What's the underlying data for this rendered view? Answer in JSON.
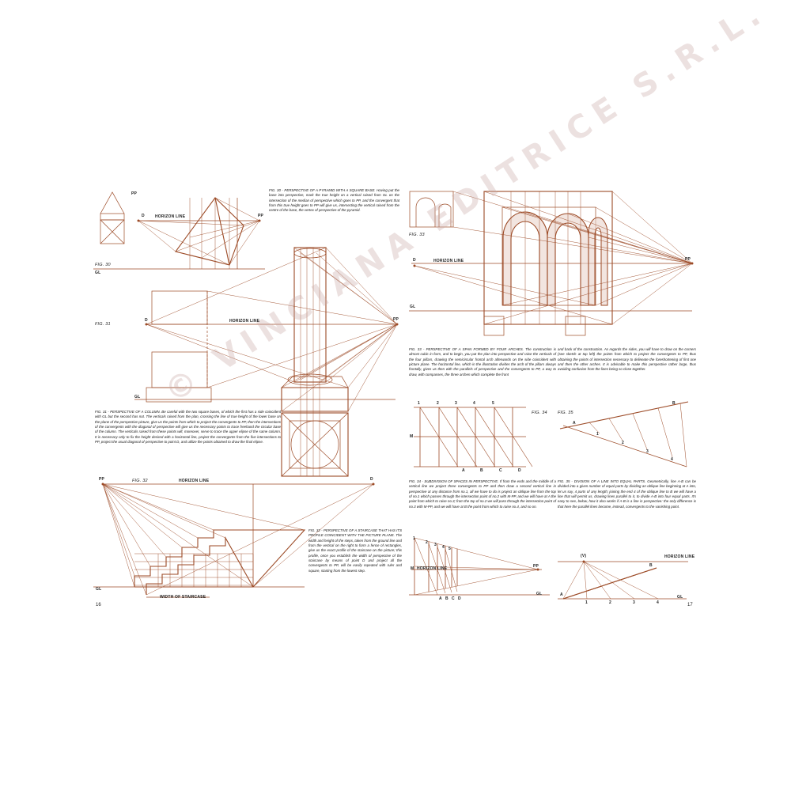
{
  "labels": {
    "horizon_line": "HORIZON LINE",
    "gl": "GL",
    "d": "D",
    "pp": "PP",
    "width_of_staircase": "WIDTH OF STAIRCASE",
    "vanishing_v": "(V)",
    "m": "M",
    "a": "A",
    "b": "B",
    "c": "C",
    "d_point": "D",
    "n1": "1",
    "n2": "2",
    "n3": "3",
    "n4": "4",
    "n5": "5"
  },
  "figures": {
    "fig30": "FIG. 30",
    "fig31": "FIG. 31",
    "fig32": "FIG. 32",
    "fig33": "FIG. 33",
    "fig34": "FIG. 34",
    "fig35": "FIG. 35"
  },
  "captions": {
    "fig30": "FIG. 30 - PERSPECTIVE OF A PYRAMID WITH A SQUARE BASE. Having put the base into perspective, mark the true height on a vertical raised from GL on the intersection of the median of perspective which goes to PP, and the convergent that from this true height goes to PP will give us, intersecting the vertical raised from the centre of the base, the vertex of perspective of the pyramid.",
    "fig31": "FIG. 31 - PERSPECTIVE OF A COLUMN. Be careful with the two square bases, of which the first has a side coincident with GL but the second has not. The verticals raised from the plan, crossing the line of true height of the lower base on the plane of the perspective picture, give us the points from which to project the convergents to PP, then the intersections of the convergents with the diagonal of perspective will give us the necessary points to trace freehand the circular base of the column. The verticals raised from these points will, moreover, serve to trace the upper elipse of the same column. It is necessary only to fix the height desired with a horizontal line, project the convergents from the five intersections to PP, project the usual diagonal of perspective to point D, and utilize the points obtained to draw the final elipse.",
    "fig32": "FIG. 32 - PERSPECTIVE OF A STAIRCASE THAT HAS ITS PROFILE COINCIDENT WITH THE PICTURE PLANE. The width and height of the steps, taken from the ground line and from the vertical on the right to form a fence of rectangles, give us the exact profile of the staircase on the picture; this profile, once you establish the width of perspective of the staircase by means of point D and project all the convergents to PP, will be easily repeated with ruler and square, starting from the lowest step.",
    "fig33a": "FIG. 33 - PERSPECTIVE OF A SPAN FORMED BY FOUR ARCHES. The construction is almost cubic in form, and to begin, you put the plan into perspective and raise the verticals of the four pillars, drawing the semicircular frontal arch afterwards on the side coincident with picture plane. The horizontal line, which in the illustration divides the arch of the pillars always frontally, gives us then with the parallels of perspective and the convergents to PP, a way to draw, with compasses, the three arches which complete the front",
    "fig33b": "and back of the construction. As regards the sides, you will have to draw on the corners (see sketch at top left) the points from which to project the convergents to PP, thus obtaining the points of intersection necessary to delineate the foreshortening of first one and then the other arches. It is advisable to make this perspective rather large, thus avoiding confusion from the lines being so close together.",
    "fig34": "FIG. 34 - SUBDIVISION OF SPACES IN PERSPECTIVE. If from the ends and the middle of a vertical line we project three convergents to PP and then draw a second vertical line in perspective at any distance from no.1, all we have to do is project an oblique line from the top of no.1 which passes through the intersection point of no.2 with M-PP, and we will have at A the point from which to raise no.3; from the top of no.2 we will pass through the intersection point of no.3 with M-PP, and we will have at B the point from which to raise no.4, and so on.",
    "fig35": "FIG. 35 - DIVISION OF A LINE INTO EQUAL PARTS. Geometrically, line A-B can be divided into a given number of equal parts by dividing an oblique line beginning at A into, let us say, 4 parts of any length; joining the end 4 of the oblique line to B we will have a line that will permit us, drawing lines parallel to it, to divide A-B into four equal parts. It's easy to see, below, how it also works if A-B is a line in perspective: the only difference is that here the parallel lines become, instead, convergents to the vanishing point."
  },
  "page_numbers": {
    "left": "16",
    "right": "17"
  },
  "watermark": "© VINCIANA EDITRICE S.R.L.",
  "colors": {
    "line": "#9c4a26",
    "fill": "#e9d3cc",
    "text": "#111111"
  }
}
